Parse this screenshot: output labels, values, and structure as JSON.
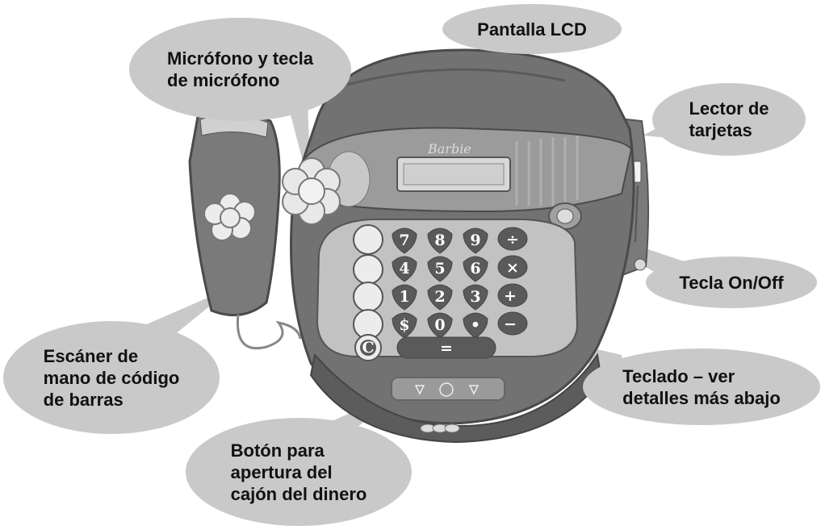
{
  "callouts": {
    "microphone": [
      "Micrófono y tecla",
      "de micrófono"
    ],
    "lcd": [
      "Pantalla LCD"
    ],
    "card_reader": [
      "Lector de",
      "tarjetas"
    ],
    "on_off": [
      "Tecla On/Off"
    ],
    "scanner": [
      "Escáner de",
      "mano de código",
      "de barras"
    ],
    "keypad": [
      "Teclado – ver",
      "detalles más abajo"
    ],
    "drawer": [
      "Botón para",
      "apertura del",
      "cajón del dinero"
    ]
  },
  "device": {
    "brand": "Barbie",
    "keys": {
      "digits": [
        "7",
        "8",
        "9",
        "4",
        "5",
        "6",
        "1",
        "2",
        "3",
        "$",
        "0",
        "•"
      ],
      "ops": [
        "÷",
        "×",
        "+",
        "−"
      ],
      "clear": "C",
      "equals": "="
    }
  },
  "colors": {
    "callout_fill": "#c9c9c9",
    "body_dark": "#6e6e6e",
    "body_mid": "#8c8c8c",
    "panel_light": "#c4c4c4",
    "key_dark": "#585858"
  }
}
